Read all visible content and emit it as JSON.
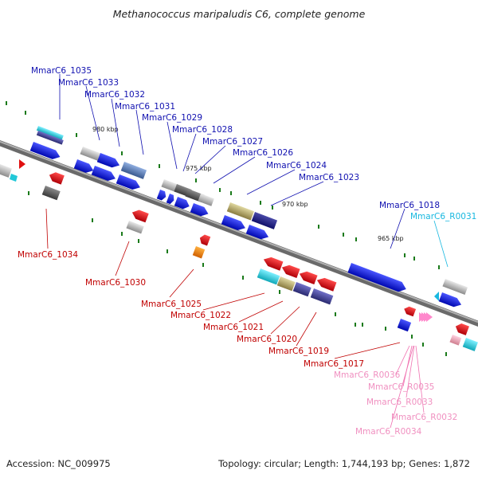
{
  "title": "Methanococcus maripaludis C6, complete genome",
  "footer": {
    "accession": "Accession: NC_009975",
    "topology": "Topology: circular; Length: 1,744,193 bp; Genes: 1,872"
  },
  "colors": {
    "cds_forward": "#0a16e6",
    "cds_reverse": "#e0101a",
    "gene": "#b8b8b8",
    "rna": "#22c8d8",
    "rrna": "#ff88cc",
    "backbone": "#8a8a8a"
  },
  "scale_labels": [
    "980 kbp",
    "975 kbp",
    "970 kbp",
    "965 kbp"
  ],
  "forward_labels": [
    "MmarC6_1035",
    "MmarC6_1033",
    "MmarC6_1032",
    "MmarC6_1031",
    "MmarC6_1029",
    "MmarC6_1028",
    "MmarC6_1027",
    "MmarC6_1026",
    "MmarC6_1024",
    "MmarC6_1023",
    "MmarC6_1018",
    "MmarC6_R0031"
  ],
  "reverse_labels": [
    "MmarC6_1034",
    "MmarC6_1030",
    "MmarC6_1025",
    "MmarC6_1022",
    "MmarC6_1021",
    "MmarC6_1020",
    "MmarC6_1019",
    "MmarC6_1017"
  ],
  "rna_labels": [
    "MmarC6_R0036",
    "MmarC6_R0035",
    "MmarC6_R0033",
    "MmarC6_R0032",
    "MmarC6_R0034"
  ]
}
